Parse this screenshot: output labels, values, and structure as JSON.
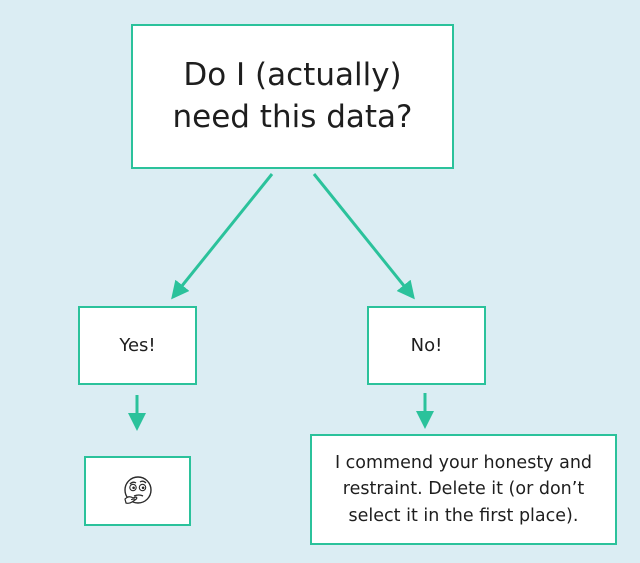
{
  "diagram": {
    "question": "Do I (actually)\nneed this data?",
    "yes_label": "Yes!",
    "no_label": "No!",
    "yes_outcome_icon": "thinking-face-icon",
    "no_outcome": "I commend your honesty and\nrestraint. Delete it (or don’t\nselect it in the first place)."
  },
  "colors": {
    "background": "#dbedf3",
    "accent": "#2bc29b",
    "box_fill": "#ffffff",
    "text": "#1e1e1e"
  }
}
